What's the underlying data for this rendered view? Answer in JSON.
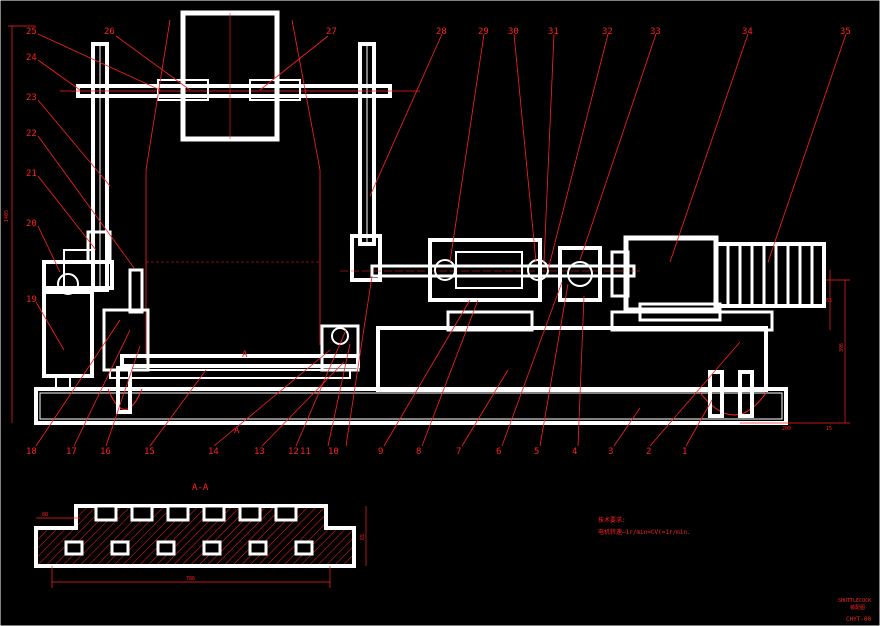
{
  "drawing": {
    "section_title": "A-A",
    "section_mark_upper": "A",
    "section_mark_lower": "A",
    "notes_title": "技术要求:",
    "notes_line": "电机转速—1r/min=CV(=1r/min.",
    "title_block_top": "SHUTTLECOCK",
    "title_block_mid": "装配图",
    "drawing_code": "CHYT-00",
    "dim_overall_length": "786",
    "dim_height_left": "1405",
    "dim_right_height": "396",
    "dim_section_width": "65",
    "dim_section_left": "88",
    "dim_right_bottom": "15",
    "dim_right_bottom2": "200",
    "callouts_top": [
      "25",
      "26",
      "27",
      "28",
      "29",
      "30",
      "31",
      "32",
      "33",
      "34",
      "35"
    ],
    "callouts_left": [
      "24",
      "23",
      "22",
      "21",
      "20",
      "19"
    ],
    "callouts_bottom": [
      "18",
      "17",
      "16",
      "15",
      "14",
      "13",
      "12",
      "11",
      "10",
      "9",
      "8",
      "7",
      "6",
      "5",
      "4",
      "3",
      "2",
      "1"
    ]
  }
}
